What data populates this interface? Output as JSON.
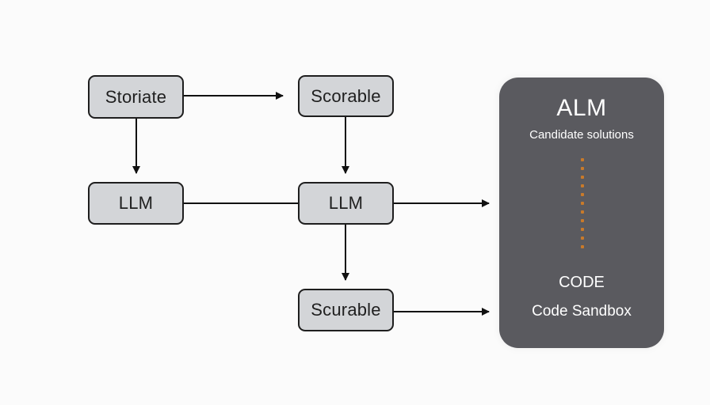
{
  "nodes": {
    "storiate": "Storiate",
    "scorable": "Scorable",
    "llm_1": "LLM",
    "llm_2": "LLM",
    "scurable": "Scurable"
  },
  "panel": {
    "title": "ALM",
    "subtitle": "Candidate solutions",
    "code_label": "CODE",
    "sandbox_label": "Code Sandbox"
  },
  "colors": {
    "node_fill": "#d3d5d8",
    "node_border": "#1e1e1e",
    "panel_fill": "#5a5a5f",
    "dot_accent": "#c97a2a"
  }
}
